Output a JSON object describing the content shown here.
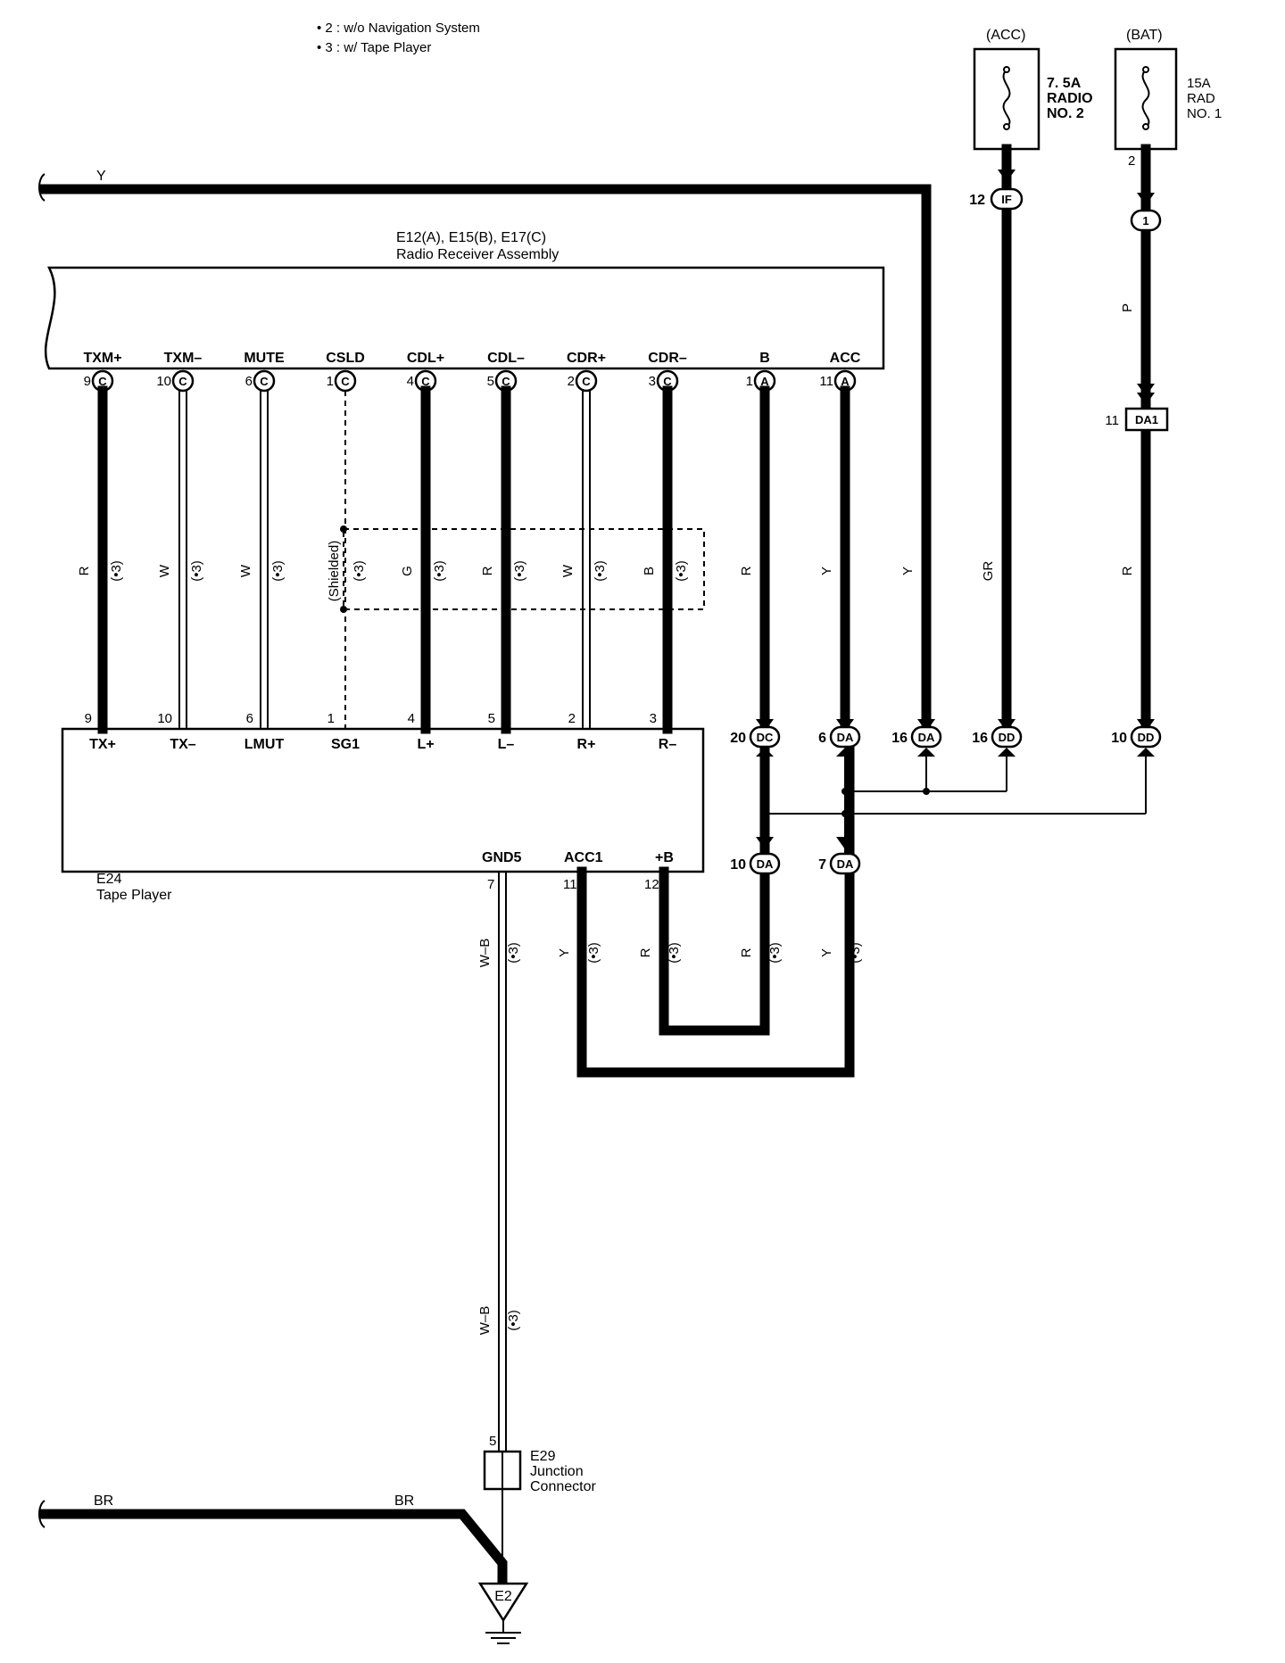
{
  "notes": [
    "• 2 : w/o Navigation System",
    "• 3 : w/ Tape Player"
  ],
  "fuses": [
    {
      "source": "(ACC)",
      "rating": "7. 5A",
      "name1": "RADIO",
      "name2": "NO. 2"
    },
    {
      "source": "(BAT)",
      "rating": "15A",
      "name1": "RAD",
      "name2": "NO. 1",
      "pin": "2"
    }
  ],
  "radio": {
    "title": "E12(A), E15(B), E17(C)",
    "subtitle": "Radio Receiver Assembly"
  },
  "tape": {
    "title": "E24",
    "subtitle": "Tape Player"
  },
  "junction": {
    "title": "E29",
    "line2": "Junction",
    "line3": "Connector",
    "pin": "5"
  },
  "ground": {
    "label": "E2"
  },
  "wires": {
    "top_y": "Y",
    "br_left": "BR",
    "br_right": "BR",
    "wb_upper": "W–B",
    "wb_lower": "W–B",
    "shielded": "(Shielded)",
    "note3": "(•3)"
  },
  "radio_pins": [
    {
      "name": "TXM+",
      "num": "9",
      "conn": "C",
      "color": "R",
      "tape_num": "9",
      "tape_name": "TX+"
    },
    {
      "name": "TXM–",
      "num": "10",
      "conn": "C",
      "color": "W",
      "tape_num": "10",
      "tape_name": "TX–"
    },
    {
      "name": "MUTE",
      "num": "6",
      "conn": "C",
      "color": "W",
      "tape_num": "6",
      "tape_name": "LMUT"
    },
    {
      "name": "CSLD",
      "num": "1",
      "conn": "C",
      "color": "",
      "tape_num": "1",
      "tape_name": "SG1"
    },
    {
      "name": "CDL+",
      "num": "4",
      "conn": "C",
      "color": "G",
      "tape_num": "4",
      "tape_name": "L+"
    },
    {
      "name": "CDL–",
      "num": "5",
      "conn": "C",
      "color": "R",
      "tape_num": "5",
      "tape_name": "L–"
    },
    {
      "name": "CDR+",
      "num": "2",
      "conn": "C",
      "color": "W",
      "tape_num": "2",
      "tape_name": "R+"
    },
    {
      "name": "CDR–",
      "num": "3",
      "conn": "C",
      "color": "B",
      "tape_num": "3",
      "tape_name": "R–"
    },
    {
      "name": "B",
      "num": "1",
      "conn": "A",
      "color": "R"
    },
    {
      "name": "ACC",
      "num": "11",
      "conn": "A",
      "color": "Y"
    }
  ],
  "right_wires": [
    {
      "color": "Y"
    },
    {
      "color": "GR"
    },
    {
      "color": "P"
    },
    {
      "color": "R"
    }
  ],
  "junctions": [
    {
      "num": "20",
      "conn": "DC"
    },
    {
      "num": "6",
      "conn": "DA"
    },
    {
      "num": "16",
      "conn": "DA"
    },
    {
      "num": "16",
      "conn": "DD"
    },
    {
      "num": "10",
      "conn": "DD"
    },
    {
      "num": "10",
      "conn": "DA"
    },
    {
      "num": "7",
      "conn": "DA"
    },
    {
      "num": "12",
      "conn": "IF"
    },
    {
      "num": "1",
      "conn": "1"
    },
    {
      "num": "11",
      "conn": "DA1"
    }
  ],
  "tape_lower": [
    {
      "name": "GND5",
      "num": "7",
      "color": "W–B"
    },
    {
      "name": "ACC1",
      "num": "11",
      "color": "Y"
    },
    {
      "name": "+B",
      "num": "12",
      "color": "R"
    }
  ],
  "lower_wires": [
    {
      "color": "R"
    },
    {
      "color": "Y"
    }
  ]
}
